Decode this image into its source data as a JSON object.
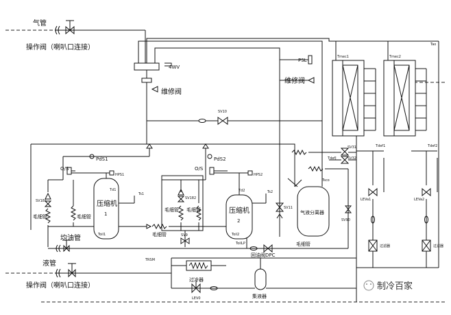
{
  "labels": {
    "gas_pipe": "气管",
    "service_valve_top": "操作阀（喇叭口连接）",
    "four_way_valve": "4WV",
    "repair_valve_1": "维修阀",
    "repair_valve_2": "维修阀",
    "psl": "PSL",
    "sv10": "SV10",
    "pds1": "PdS1",
    "pds2": "PdS2",
    "os1": "O/S",
    "os2": "O/S",
    "hps1": "HPS1",
    "hps2": "HPS2",
    "sv181": "SV181",
    "sv182": "SV182",
    "td1": "Td1",
    "td2": "Td2",
    "ts1": "Ts1",
    "ts2": "Ts2",
    "capillary_left": "毛细管",
    "capillary_mid": "毛细管",
    "capillary_a": "毛细管",
    "capillary_b": "毛细管",
    "capillary_low": "毛细管",
    "capillary_right": "毛细管",
    "compressor1": "压缩机",
    "compressor1_num": "1",
    "compressor2": "压缩机",
    "compressor2_num": "2",
    "toil1": "Toil1",
    "toil2": "Toil2",
    "sv9": "SV9",
    "sv11": "SV11",
    "sv31": "SV31",
    "sv32": "SV32",
    "sv90": "SV90",
    "gas_liquid_sep": "气液分离器",
    "tsco": "Tsco",
    "tdefj": "TdefJ",
    "toil_level": "ToilLP",
    "oil_return_dpc": "回油阀DPC",
    "oil_pipe": "均油管",
    "liquid_pipe": "液管",
    "trsm": "TRSM",
    "service_valve_bottom": "操作阀（喇叭口连接）",
    "subcooler": "过冷器",
    "lev0": "LEV0",
    "receiver": "集液器",
    "tmec1": "Tmec1",
    "tmec2": "Tmec2",
    "tao": "Tao",
    "tdef1": "Tdef1",
    "tdef2": "Tdef2",
    "lev1": "LEVa1",
    "lev2": "LEVa2",
    "filter1": "过滤器",
    "filter2": "过滤器",
    "watermark": "制冷百家"
  },
  "icons": {
    "watermark_logo": "wechat-icon"
  }
}
